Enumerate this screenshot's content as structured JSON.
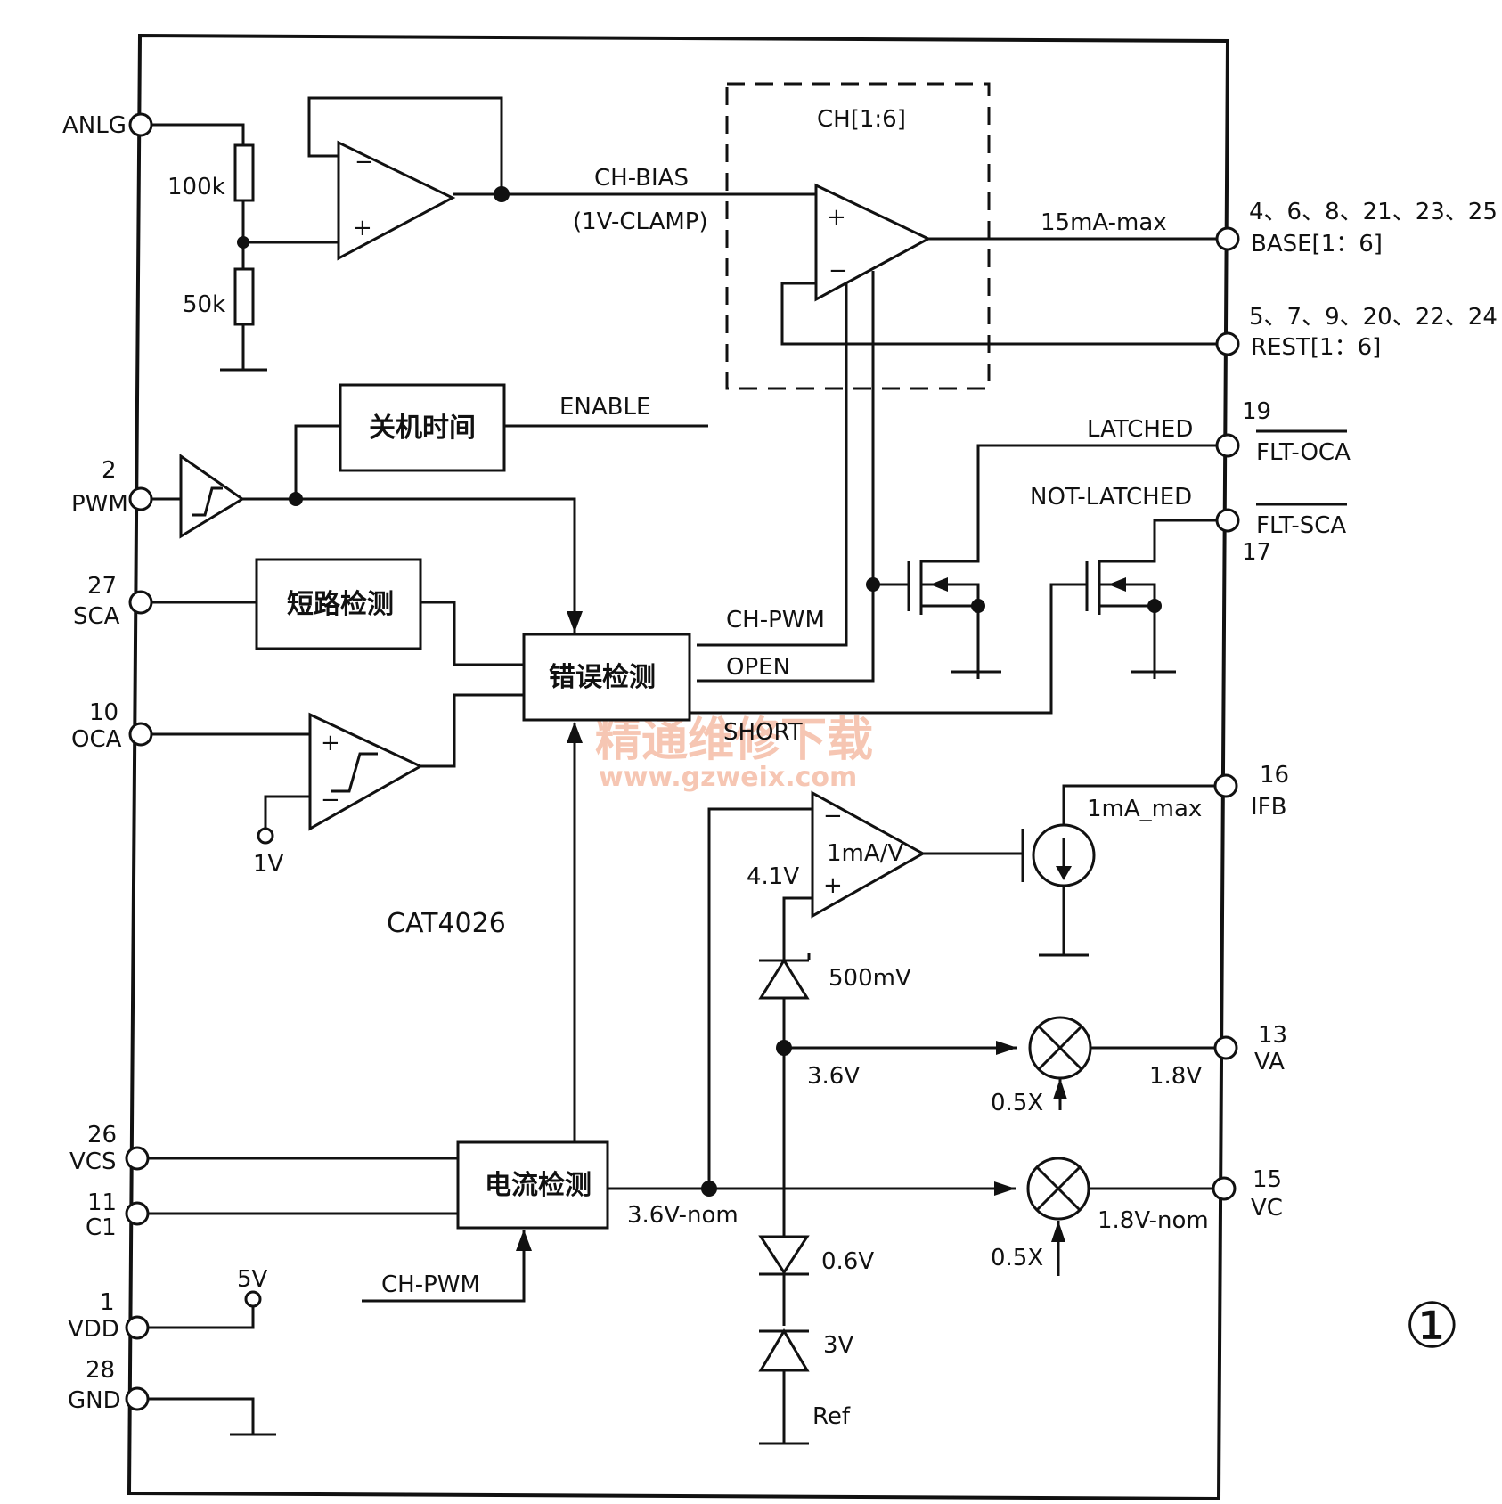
{
  "chip": {
    "name": "CAT4026"
  },
  "figure_number": "①",
  "left_pins": {
    "anlg": "ANLG",
    "pwm_num": "2",
    "pwm": "PWM",
    "sca_num": "27",
    "sca": "SCA",
    "oca_num": "10",
    "oca": "OCA",
    "vcs_num": "26",
    "vcs": "VCS",
    "c1_num": "11",
    "c1": "C1",
    "vdd_num": "1",
    "vdd": "VDD",
    "gnd_num": "28",
    "gnd": "GND"
  },
  "right_pins": {
    "base_nums": "4、6、8、21、23、25",
    "base": "BASE[1：6]",
    "rest_nums": "5、7、9、20、22、24",
    "rest": "REST[1：6]",
    "flt_oca_num": "19",
    "flt_oca": "FLT-OCA",
    "flt_sca_num": "17",
    "flt_sca": "FLT-SCA",
    "ifb_num": "16",
    "ifb": "IFB",
    "va_num": "13",
    "va": "VA",
    "vc_num": "15",
    "vc": "VC"
  },
  "blocks": {
    "shutdown_time": "关机时间",
    "short_detect": "短路检测",
    "error_detect": "错误检测",
    "current_detect": "电流检测",
    "channel_group": "CH[1:6]"
  },
  "labels": {
    "r1": "100k",
    "r2": "50k",
    "ch_bias": "CH-BIAS",
    "clamp": "(1V-CLAMP)",
    "max15": "15mA-max",
    "enable": "ENABLE",
    "latched": "LATCHED",
    "not_latched": "NOT-LATCHED",
    "ch_pwm": "CH-PWM",
    "open": "OPEN",
    "short": "SHORT",
    "v1": "1V",
    "ma_max": "1mA_max",
    "gm": "1mA/V",
    "v41": "4.1V",
    "mv500": "500mV",
    "v36": "3.6V",
    "v18": "1.8V",
    "x05a": "0.5X",
    "v36nom": "3.6V-nom",
    "v18nom": "1.8V-nom",
    "x05b": "0.5X",
    "v06": "0.6V",
    "v3": "3V",
    "ref": "Ref",
    "v5": "5V",
    "ch_pwm2": "CH-PWM"
  },
  "watermark": {
    "line1": "精通维修下载",
    "line2": "www.gzweix.com"
  }
}
